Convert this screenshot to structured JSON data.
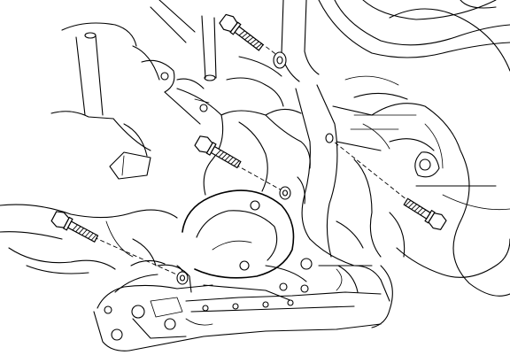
{
  "diagram": {
    "bolts": [
      {
        "name": "bolt-top"
      },
      {
        "name": "bolt-upper-middle"
      },
      {
        "name": "bolt-lower-left"
      },
      {
        "name": "bolt-right"
      }
    ],
    "colors": {
      "line": "#000000",
      "background": "#ffffff"
    }
  }
}
